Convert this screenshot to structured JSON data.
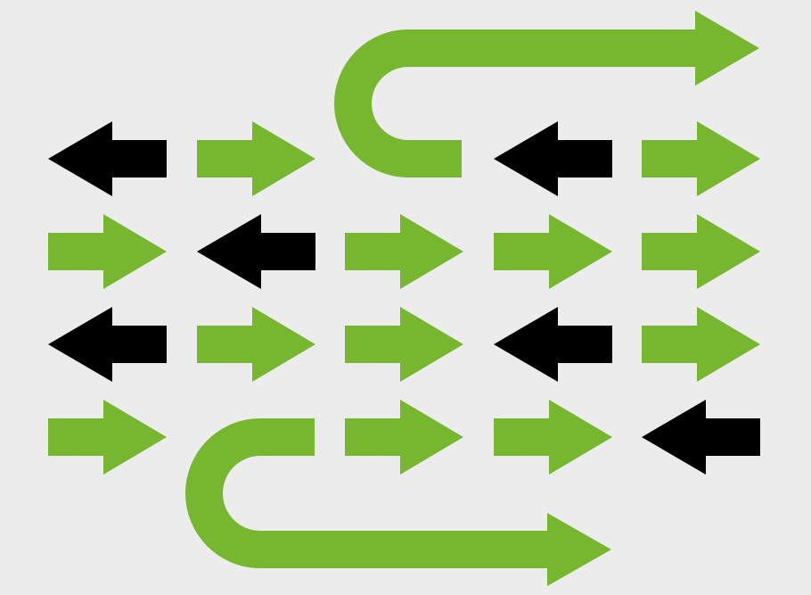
{
  "colors": {
    "background": "#ececec",
    "green": "#76b72f",
    "black": "#000000"
  },
  "grid": {
    "rows": [
      [
        "left-black",
        "right-green",
        "none",
        "left-black",
        "right-green"
      ],
      [
        "right-green",
        "left-black",
        "right-green",
        "right-green",
        "right-green"
      ],
      [
        "left-black",
        "right-green",
        "right-green",
        "left-black",
        "right-green"
      ],
      [
        "right-green",
        "none",
        "right-green",
        "right-green",
        "left-black"
      ]
    ]
  }
}
